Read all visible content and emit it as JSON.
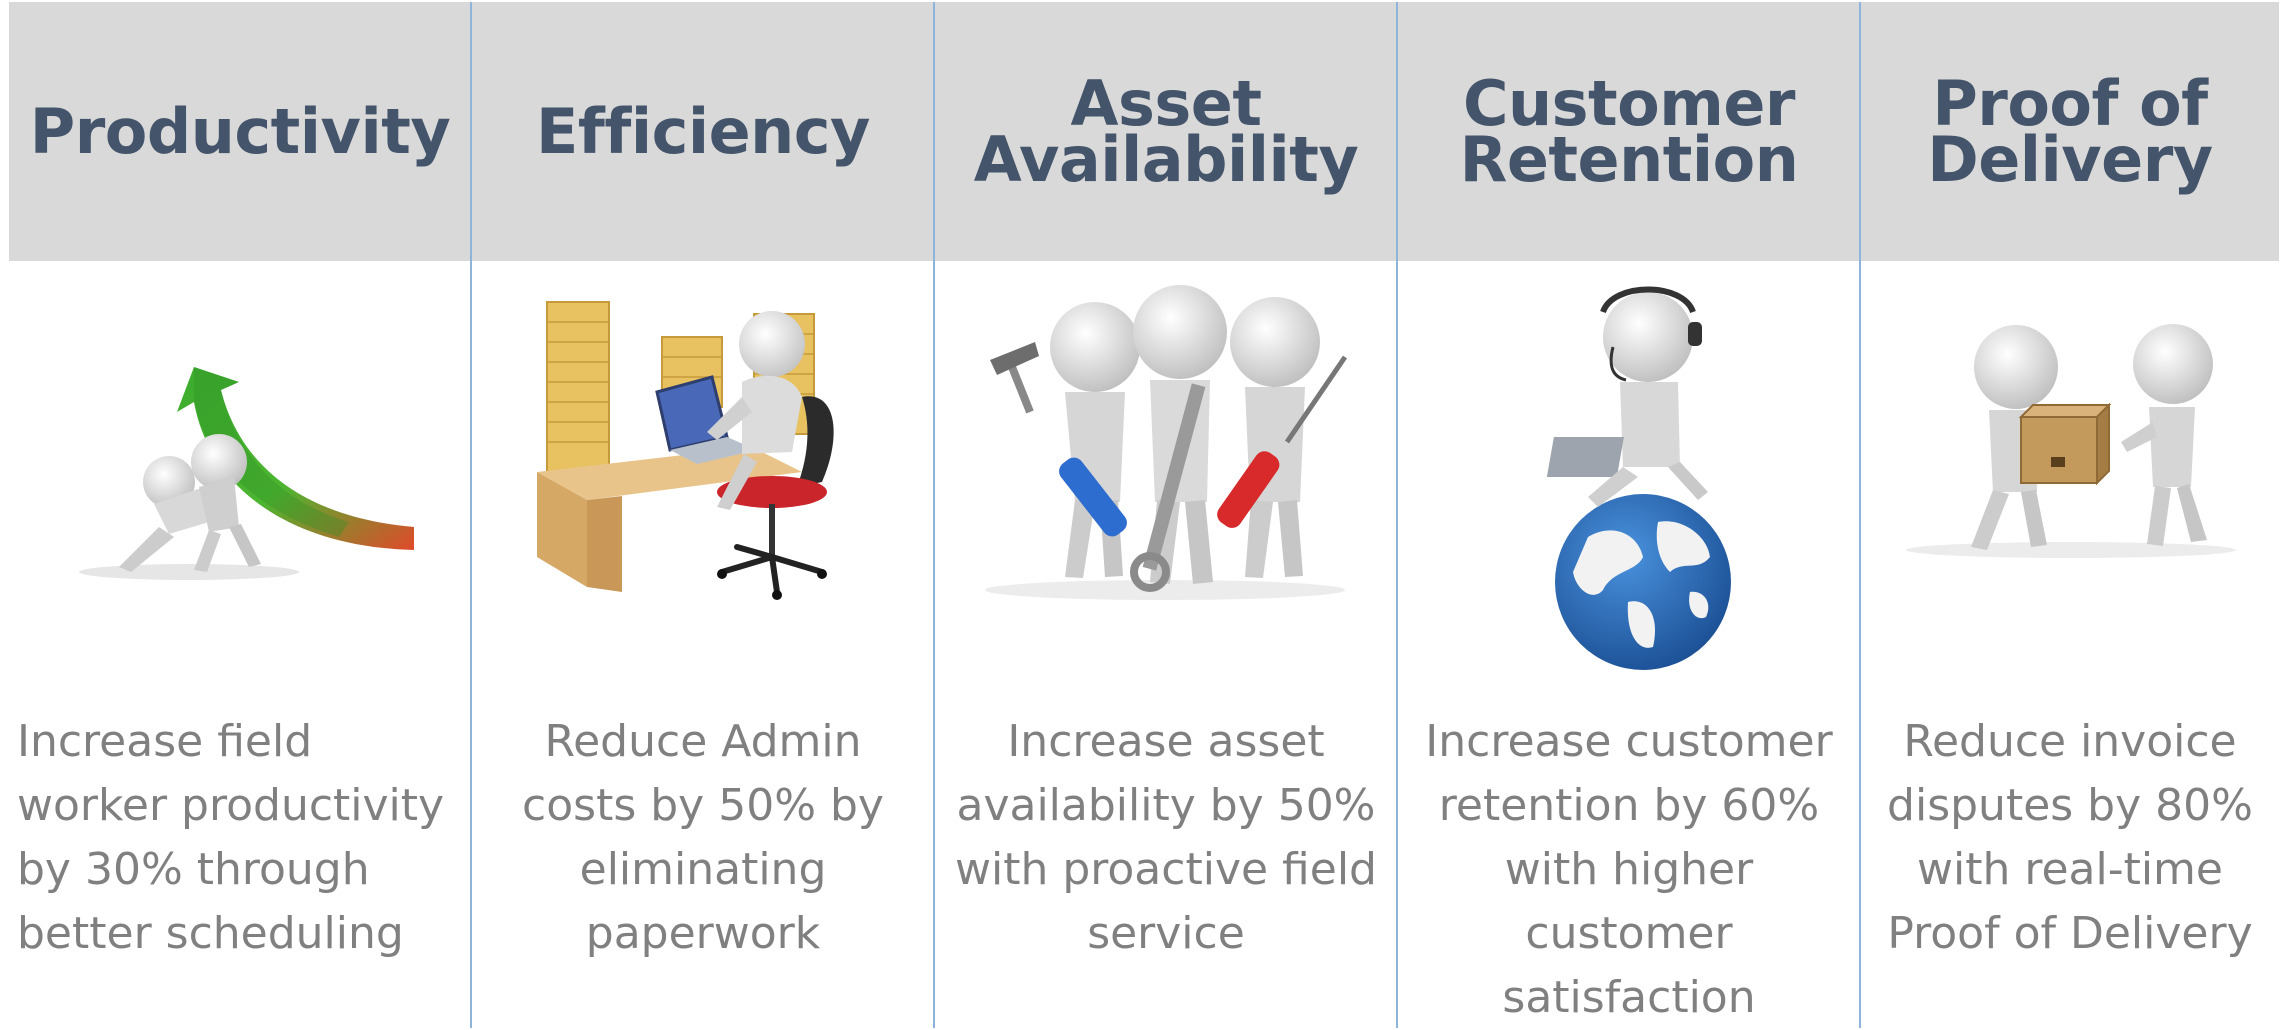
{
  "columns": [
    {
      "title": [
        "Productivity"
      ],
      "description": [
        "Increase field",
        "worker productivity",
        "by 30% through",
        "better scheduling"
      ],
      "icon": "figure-pushing-green-arrow-icon"
    },
    {
      "title": [
        "Efficiency"
      ],
      "description": [
        "Reduce Admin",
        "costs by 50% by",
        "eliminating",
        "paperwork"
      ],
      "icon": "figure-at-desk-with-paper-stacks-icon"
    },
    {
      "title": [
        "Asset",
        "Availability"
      ],
      "description": [
        "Increase asset",
        "availability by 50%",
        "with proactive field",
        "service"
      ],
      "icon": "figures-with-tools-icon"
    },
    {
      "title": [
        "Customer",
        "Retention"
      ],
      "description": [
        "Increase customer",
        "retention by 60%",
        "with higher",
        "customer",
        "satisfaction"
      ],
      "icon": "figure-with-headset-on-globe-icon"
    },
    {
      "title": [
        "Proof of",
        "Delivery"
      ],
      "description": [
        "Reduce invoice",
        "disputes by 80%",
        "with real-time",
        "Proof of Delivery"
      ],
      "icon": "figures-handing-package-icon"
    }
  ],
  "colors": {
    "header_band": "#d9d9d9",
    "heading_text": "#44546a",
    "body_text": "#808080",
    "divider": "#8fb4dc",
    "arrow_green": "#3cab2e",
    "arrow_red": "#e04a2a",
    "globe_blue": "#2b74c0",
    "box_brown": "#c49a5c"
  }
}
